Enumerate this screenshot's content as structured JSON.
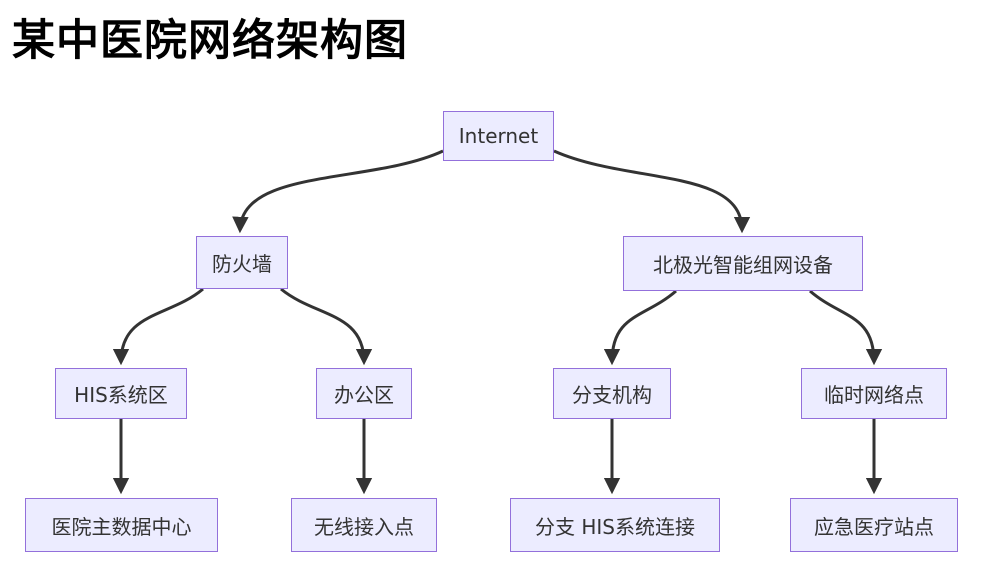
{
  "title": "某中医院网络架构图",
  "diagram": {
    "type": "flowchart",
    "direction": "top-down",
    "colors": {
      "node_fill": "#ECECFF",
      "node_border": "#9370DB",
      "node_text": "#333333",
      "edge_line": "#333333",
      "title_text": "#000000",
      "background": "#FFFFFF"
    },
    "nodes": {
      "internet": {
        "label": "Internet"
      },
      "firewall": {
        "label": "防火墙"
      },
      "aurora_device": {
        "label": "北极光智能组网设备"
      },
      "his_zone": {
        "label": "HIS系统区"
      },
      "office_zone": {
        "label": "办公区"
      },
      "branch_org": {
        "label": "分支机构"
      },
      "temp_network": {
        "label": "临时网络点"
      },
      "main_data_center": {
        "label": "医院主数据中心"
      },
      "wireless_ap": {
        "label": "无线接入点"
      },
      "branch_his_link": {
        "label": "分支 HIS系统连接"
      },
      "emergency_site": {
        "label": "应急医疗站点"
      }
    },
    "edges": [
      {
        "from": "internet",
        "to": "firewall"
      },
      {
        "from": "internet",
        "to": "aurora_device"
      },
      {
        "from": "firewall",
        "to": "his_zone"
      },
      {
        "from": "firewall",
        "to": "office_zone"
      },
      {
        "from": "aurora_device",
        "to": "branch_org"
      },
      {
        "from": "aurora_device",
        "to": "temp_network"
      },
      {
        "from": "his_zone",
        "to": "main_data_center"
      },
      {
        "from": "office_zone",
        "to": "wireless_ap"
      },
      {
        "from": "branch_org",
        "to": "branch_his_link"
      },
      {
        "from": "temp_network",
        "to": "emergency_site"
      }
    ]
  }
}
